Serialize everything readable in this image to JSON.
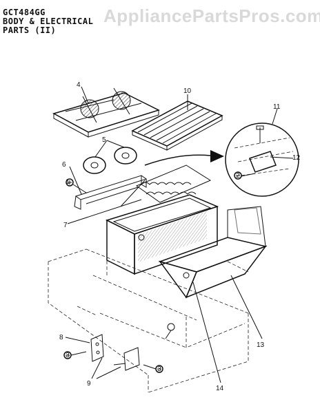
{
  "header": {
    "model": "GCT484GG",
    "line2": "BODY & ELECTRICAL",
    "line3": "PARTS (II)"
  },
  "watermark": "AppliancePartsPros.com",
  "callouts": [
    {
      "id": "4",
      "label": "4"
    },
    {
      "id": "5",
      "label": "5"
    },
    {
      "id": "6",
      "label": "6"
    },
    {
      "id": "1",
      "label": "1"
    },
    {
      "id": "7",
      "label": "7"
    },
    {
      "id": "10",
      "label": "10"
    },
    {
      "id": "11",
      "label": "11"
    },
    {
      "id": "12",
      "label": "12"
    },
    {
      "id": "2",
      "label": "2"
    },
    {
      "id": "13",
      "label": "13"
    },
    {
      "id": "14",
      "label": "14"
    },
    {
      "id": "8",
      "label": "8"
    },
    {
      "id": "3",
      "label": "3"
    },
    {
      "id": "9",
      "label": "9"
    }
  ],
  "colors": {
    "ink": "#111111",
    "watermark": "#d9d9d9",
    "paper": "#ffffff"
  }
}
